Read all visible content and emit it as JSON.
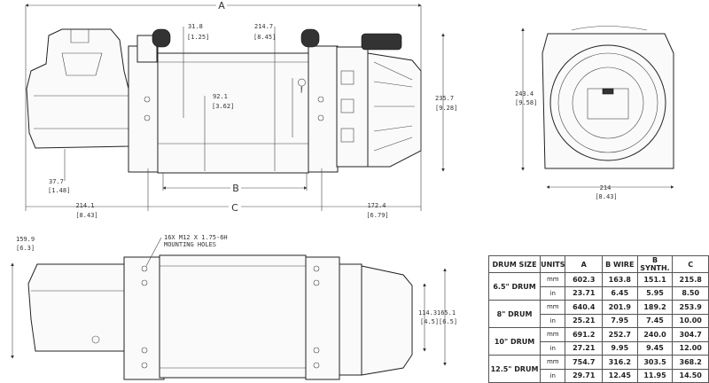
{
  "top_view": {
    "dim_A": "A",
    "dim_B": "B",
    "dim_C": "C",
    "dim_31_8": {
      "mm": "31.8",
      "in": "[1.25]"
    },
    "dim_214_7": {
      "mm": "214.7",
      "in": "[8.45]"
    },
    "dim_92_1": {
      "mm": "92.1",
      "in": "[3.62]"
    },
    "dim_37_7": {
      "mm": "37.7",
      "in": "[1.48]"
    },
    "dim_214_1": {
      "mm": "214.1",
      "in": "[8.43]"
    },
    "dim_172_4": {
      "mm": "172.4",
      "in": "[6.79]"
    },
    "dim_235_7": {
      "mm": "235.7",
      "in": "[9.28]"
    }
  },
  "end_view": {
    "dim_height": {
      "mm": "243.4",
      "in": "[9.58]"
    },
    "dim_width": {
      "mm": "214",
      "in": "[8.43]"
    }
  },
  "bottom_view": {
    "dim_159_9": {
      "mm": "159.9",
      "in": "[6.3]"
    },
    "mounting_note": [
      "16X M12 X 1.75-6H",
      "MOUNTING HOLES"
    ],
    "dim_114_3": {
      "mm": "114.3",
      "in": "[4.5]"
    },
    "dim_165_1": {
      "mm": "165.1",
      "in": "[6.5]"
    }
  },
  "table": {
    "headers": [
      "DRUM SIZE",
      "UNITS",
      "A",
      "B WIRE",
      "B SYNTH.",
      "C"
    ],
    "groups": [
      {
        "drum": "6.5\" DRUM",
        "rows": [
          [
            "mm",
            "602.3",
            "163.8",
            "151.1",
            "215.8"
          ],
          [
            "in",
            "23.71",
            "6.45",
            "5.95",
            "8.50"
          ]
        ]
      },
      {
        "drum": "8\" DRUM",
        "rows": [
          [
            "mm",
            "640.4",
            "201.9",
            "189.2",
            "253.9"
          ],
          [
            "in",
            "25.21",
            "7.95",
            "7.45",
            "10.00"
          ]
        ]
      },
      {
        "drum": "10\" DRUM",
        "rows": [
          [
            "mm",
            "691.2",
            "252.7",
            "240.0",
            "304.7"
          ],
          [
            "in",
            "27.21",
            "9.95",
            "9.45",
            "12.00"
          ]
        ]
      },
      {
        "drum": "12.5\" DRUM",
        "rows": [
          [
            "mm",
            "754.7",
            "316.2",
            "303.5",
            "368.2"
          ],
          [
            "in",
            "29.71",
            "12.45",
            "11.95",
            "14.50"
          ]
        ]
      }
    ]
  }
}
